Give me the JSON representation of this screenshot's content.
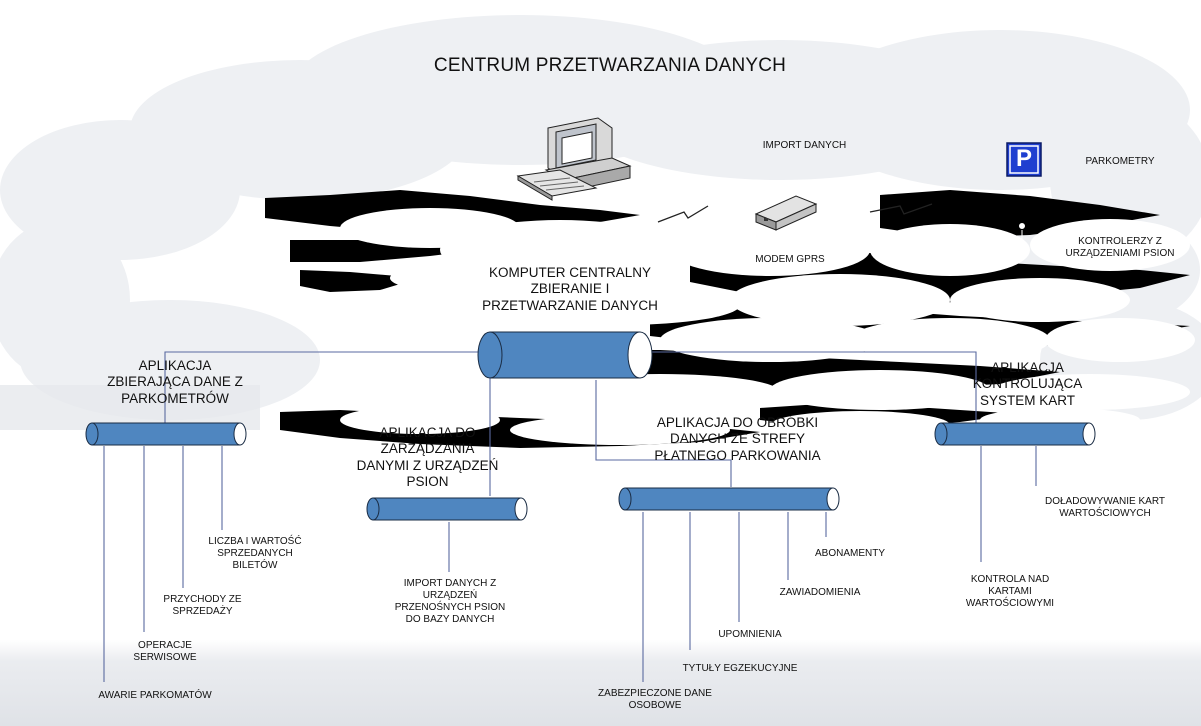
{
  "title": "CENTRUM PRZETWARZANIA DANYCH",
  "colors": {
    "cylinder": "#4f86c0",
    "cylinder_stroke": "#1a2c44",
    "cloud": "#eef0f3",
    "line": "#5a6aa0",
    "parking_sign": "#1f3fd0"
  },
  "top": {
    "import": "IMPORT DANYCH",
    "parkometry": "PARKOMETRY",
    "parking_sign": "P",
    "modem": "MODEM GPRS",
    "kontrolerzy": "KONTROLERZY Z\nURZĄDZENIAMI PSION"
  },
  "central": {
    "label": "KOMPUTER CENTRALNY\nZBIERANIE I\nPRZETWARZANIE DANYCH",
    "icon": "desktop-computer-icon"
  },
  "apps": {
    "a1": "APLIKACJA\nZBIERAJĄCA DANE Z\nPARKOMETRÓW",
    "a2": "APLIKACJA DO\nZARZĄDZANIA\nDANYMI Z URZĄDZEŃ\nPSION",
    "a3": "APLIKACJA DO OBRÓBKI\nDANYCH ZE STREFY\nPŁATNEGO PARKOWANIA",
    "a4": "APLIKACJA\nKONTROLUJĄCA\nSYSTEM KART"
  },
  "leaves": {
    "awarie": "AWARIE PARKOMATÓW",
    "operacje": "OPERACJE\nSERWISOWE",
    "przychody": "PRZYCHODY ZE\nSPRZEDAŻY",
    "liczba": "LICZBA I WARTOŚĆ\nSPRZEDANYCH\nBILETÓW",
    "import_psion": "IMPORT DANYCH Z\nURZĄDZEŃ\nPRZENOŚNYCH PSION\nDO BAZY DANYCH",
    "zabezpieczone": "ZABEZPIECZONE DANE\nOSOBOWE",
    "tytuly": "TYTUŁY EGZEKUCYJNE",
    "upomnienia": "UPOMNIENIA",
    "zawiadomienia": "ZAWIADOMIENIA",
    "abonamenty": "ABONAMENTY",
    "kontrola": "KONTROLA NAD\nKARTAMI\nWARTOŚCIOWYMI",
    "doladowywanie": "DOŁADOWYWANIE KART\nWARTOŚCIOWYCH"
  }
}
